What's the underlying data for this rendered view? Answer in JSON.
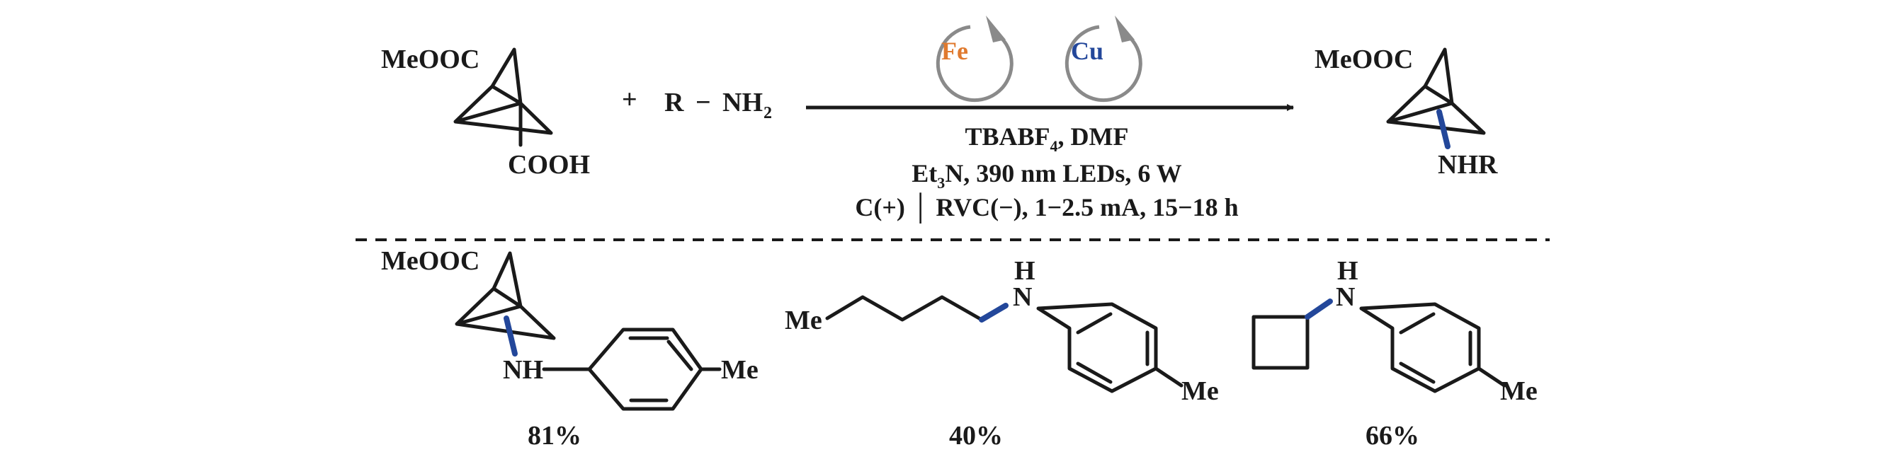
{
  "colors": {
    "fe": "#e07a2f",
    "cu": "#23479a",
    "new_bond": "#23479a",
    "cycle_arrow": "#8a8a8a",
    "ink": "#1a1a1a"
  },
  "reactant1": {
    "ester": "MeOOC",
    "acid": "COOH"
  },
  "reagent": {
    "plus": "+",
    "amine_r": "R",
    "amine_dash": "−",
    "amine_nh": "NH",
    "amine_sub": "2"
  },
  "catalysts": {
    "fe": "Fe",
    "cu": "Cu"
  },
  "conditions": {
    "line1_a": "TBABF",
    "line1_sub": "4",
    "line1_b": ", DMF",
    "line2_a": "Et",
    "line2_sub": "3",
    "line2_b": "N, 390 nm LEDs, 6 W",
    "line3": "C(+) │ RVC(−), 1−2.5 mA, 15−18 h"
  },
  "product": {
    "ester": "MeOOC",
    "amine": "NHR"
  },
  "examples": [
    {
      "ester": "MeOOC",
      "nh": "NH",
      "me": "Me",
      "yield": "81%"
    },
    {
      "me1": "Me",
      "h": "H",
      "n": "N",
      "me2": "Me",
      "yield": "40%"
    },
    {
      "h": "H",
      "n": "N",
      "me": "Me",
      "yield": "66%"
    }
  ]
}
